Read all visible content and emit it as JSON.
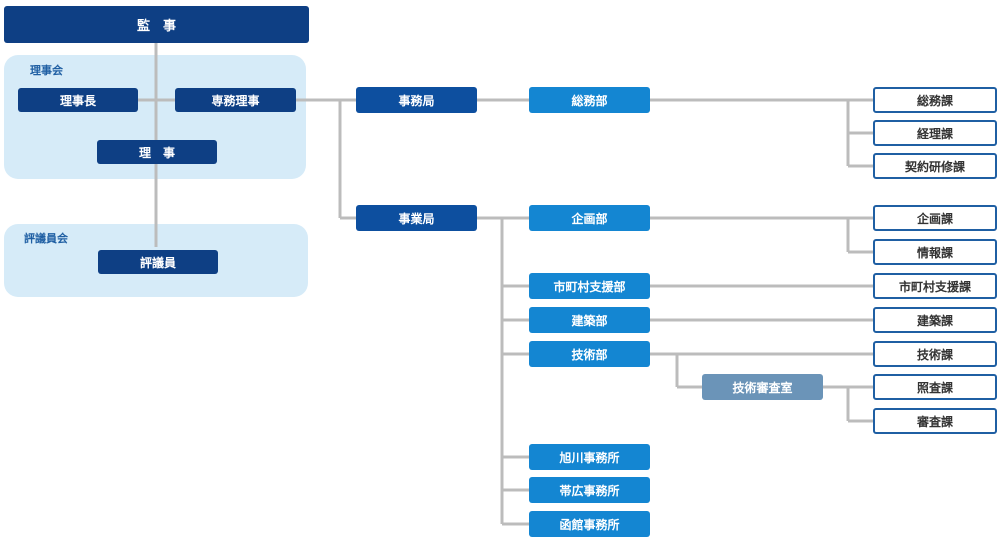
{
  "org": {
    "auditor": "監　事",
    "board_label": "理事会",
    "chair": "理事長",
    "managing_director": "専務理事",
    "director": "理　事",
    "council_label": "評議員会",
    "councilor": "評議員",
    "secretariat": "事務局",
    "business_bureau": "事業局",
    "general_affairs_dept": "総務部",
    "planning_dept": "企画部",
    "municipal_support_dept": "市町村支援部",
    "construction_dept": "建築部",
    "engineering_dept": "技術部",
    "engineering_review_office": "技術審査室",
    "asahikawa_office": "旭川事務所",
    "obihiro_office": "帯広事務所",
    "hakodate_office": "函館事務所",
    "general_affairs_section": "総務課",
    "accounting_section": "経理課",
    "contract_training_section": "契約研修課",
    "planning_section": "企画課",
    "information_section": "情報課",
    "municipal_support_section": "市町村支援課",
    "construction_section": "建築課",
    "engineering_section": "技術課",
    "verification_section": "照査課",
    "review_section": "審査課"
  },
  "colors": {
    "line": "#bcbcbc",
    "dark_blue": "#0e3f84",
    "mid_blue": "#0d4f9f",
    "light_blue": "#1486d2",
    "gray_blue": "#6b94b8",
    "group_bg": "#d6ebf8"
  }
}
